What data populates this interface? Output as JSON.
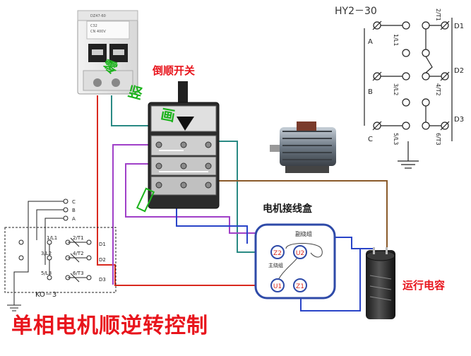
{
  "title": "单相电机顺逆转控制",
  "labels": {
    "reversing_switch": "倒顺开关",
    "motor_junction_box": "电机接线盒",
    "run_capacitor": "运行电容",
    "hy_switch_model": "HY2－30",
    "ko_switch_model": "KO－3",
    "green_marks": [
      "零",
      "竖",
      "画"
    ]
  },
  "hy_diagram": {
    "lines": [
      "A",
      "B",
      "C"
    ],
    "inputs": [
      "1/L1",
      "3/L2",
      "5/L3"
    ],
    "outputs": [
      "2/T1",
      "4/T2",
      "6/T3"
    ],
    "contacts": [
      "D1",
      "D2",
      "D3"
    ]
  },
  "ko_diagram": {
    "lines": [
      "C",
      "B",
      "A"
    ],
    "terminals": [
      "1/L1",
      "2/T1",
      "3/L2",
      "4/T2",
      "5/L3",
      "6/T3"
    ],
    "contacts": [
      "D1",
      "D2",
      "D3"
    ]
  },
  "junction_box": {
    "terminals": [
      "Z2",
      "U2",
      "U1",
      "Z1"
    ],
    "aux_winding": "副绕组",
    "main_winding": "主绕组"
  },
  "breaker_text": [
    "DZ47-60",
    "C32",
    "CN 400V"
  ],
  "colors": {
    "title_red": "#e8141c",
    "wire_red": "#d92a1f",
    "wire_teal": "#2a8a84",
    "wire_purple": "#a040c8",
    "wire_blue": "#2a45c8",
    "wire_brown": "#8a5a2a",
    "junction_box": "#2e4aa8",
    "green_marks": "#1db31d"
  }
}
